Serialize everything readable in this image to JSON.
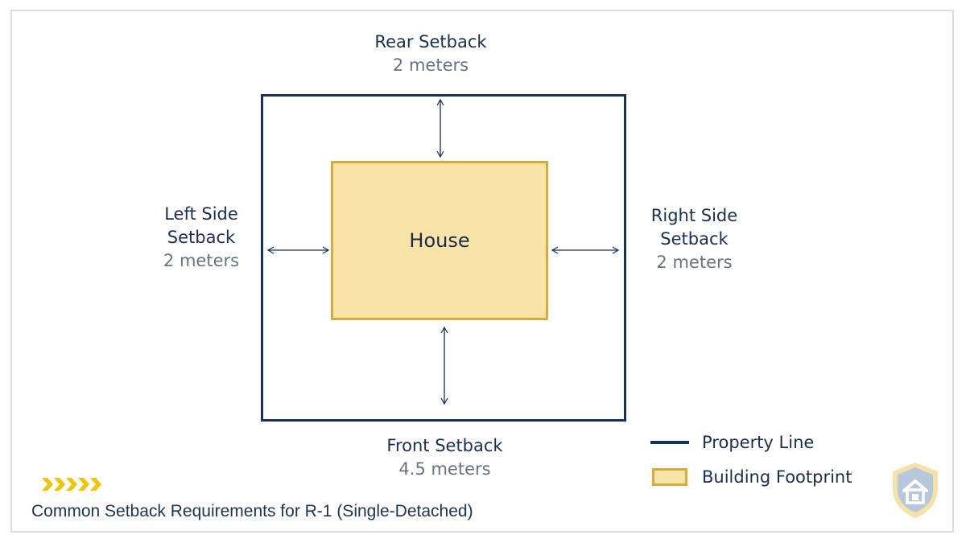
{
  "diagram": {
    "house_label": "House",
    "setbacks": {
      "rear": {
        "name": "Rear Setback",
        "value": "2 meters"
      },
      "front": {
        "name": "Front Setback",
        "value": "4.5 meters"
      },
      "left": {
        "name_line1": "Left Side",
        "name_line2": "Setback",
        "value": "2 meters"
      },
      "right": {
        "name_line1": "Right Side",
        "name_line2": "Setback",
        "value": "2 meters"
      }
    }
  },
  "legend": {
    "items": [
      {
        "label": "Property Line",
        "swatch": "line"
      },
      {
        "label": "Building Footprint",
        "swatch": "box"
      }
    ]
  },
  "caption": "Common Setback Requirements for R-1 (Single-Detached)",
  "colors": {
    "property_line": "#14305f",
    "building_fill": "#f8e3a9",
    "building_border": "#d7ab3a",
    "accent_chevrons": "#f2c500",
    "label_text": "#1b2d55",
    "value_text": "#6a7282"
  },
  "icons": {
    "decoration": "chevrons-right-icon",
    "badge": "house-shield-icon"
  }
}
